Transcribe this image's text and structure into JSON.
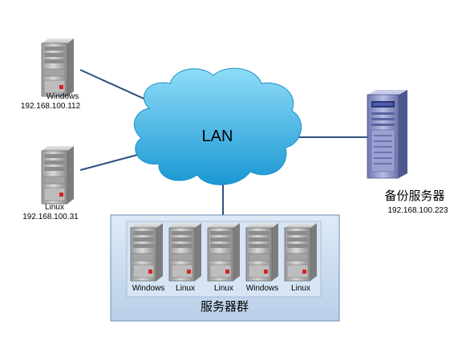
{
  "colors": {
    "link": "#2f4f7f",
    "cloud_top": "#7fd6f5",
    "cloud_bottom": "#1e9fd8",
    "group_fill": "#cfe0f2",
    "group_border": "#6b8fb8",
    "server_body": "#b8b8b8",
    "backup_body": "#8f97c8"
  },
  "network": {
    "label": "LAN"
  },
  "clients": [
    {
      "name": "Windows",
      "ip": "192.168.100.112",
      "icon": "tower-server-icon"
    },
    {
      "name": "Linux",
      "ip": "192.168.100.31",
      "icon": "tower-server-icon"
    }
  ],
  "backup_server": {
    "name": "备份服务器",
    "ip": "192.168.100.223",
    "icon": "rack-server-icon"
  },
  "server_group": {
    "label": "服务器群",
    "servers": [
      {
        "name": "Windows",
        "icon": "tower-server-icon"
      },
      {
        "name": "Linux",
        "icon": "tower-server-icon"
      },
      {
        "name": "Linux",
        "icon": "tower-server-icon"
      },
      {
        "name": "Windows",
        "icon": "tower-server-icon"
      },
      {
        "name": "Linux",
        "icon": "tower-server-icon"
      }
    ]
  }
}
